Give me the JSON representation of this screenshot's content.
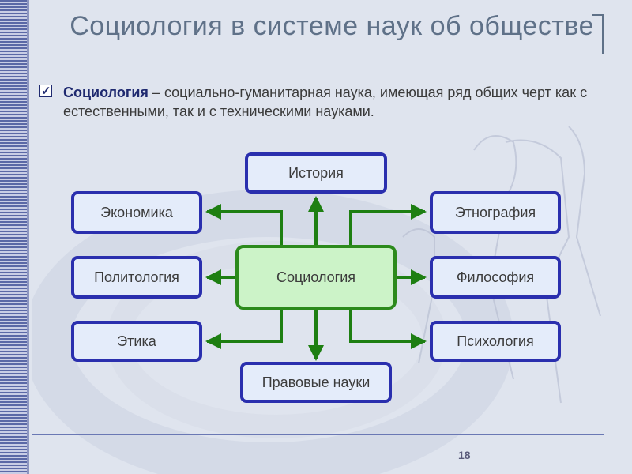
{
  "title": "Социология в системе наук об обществе",
  "bullet": {
    "term": "Социология",
    "text": " – социально-гуманитарная наука, имеющая ряд общих черт как с естественными, так и с техническими науками."
  },
  "diagram": {
    "center": "Социология",
    "top": "История",
    "bottom": "Правовые науки",
    "left": [
      "Экономика",
      "Политология",
      "Этика"
    ],
    "right": [
      "Этнография",
      "Философия",
      "Психология"
    ]
  },
  "page_number": "18",
  "colors": {
    "box_border": "#2a2fae",
    "center_border": "#2c8a1c",
    "arrow": "#1e7f12"
  }
}
